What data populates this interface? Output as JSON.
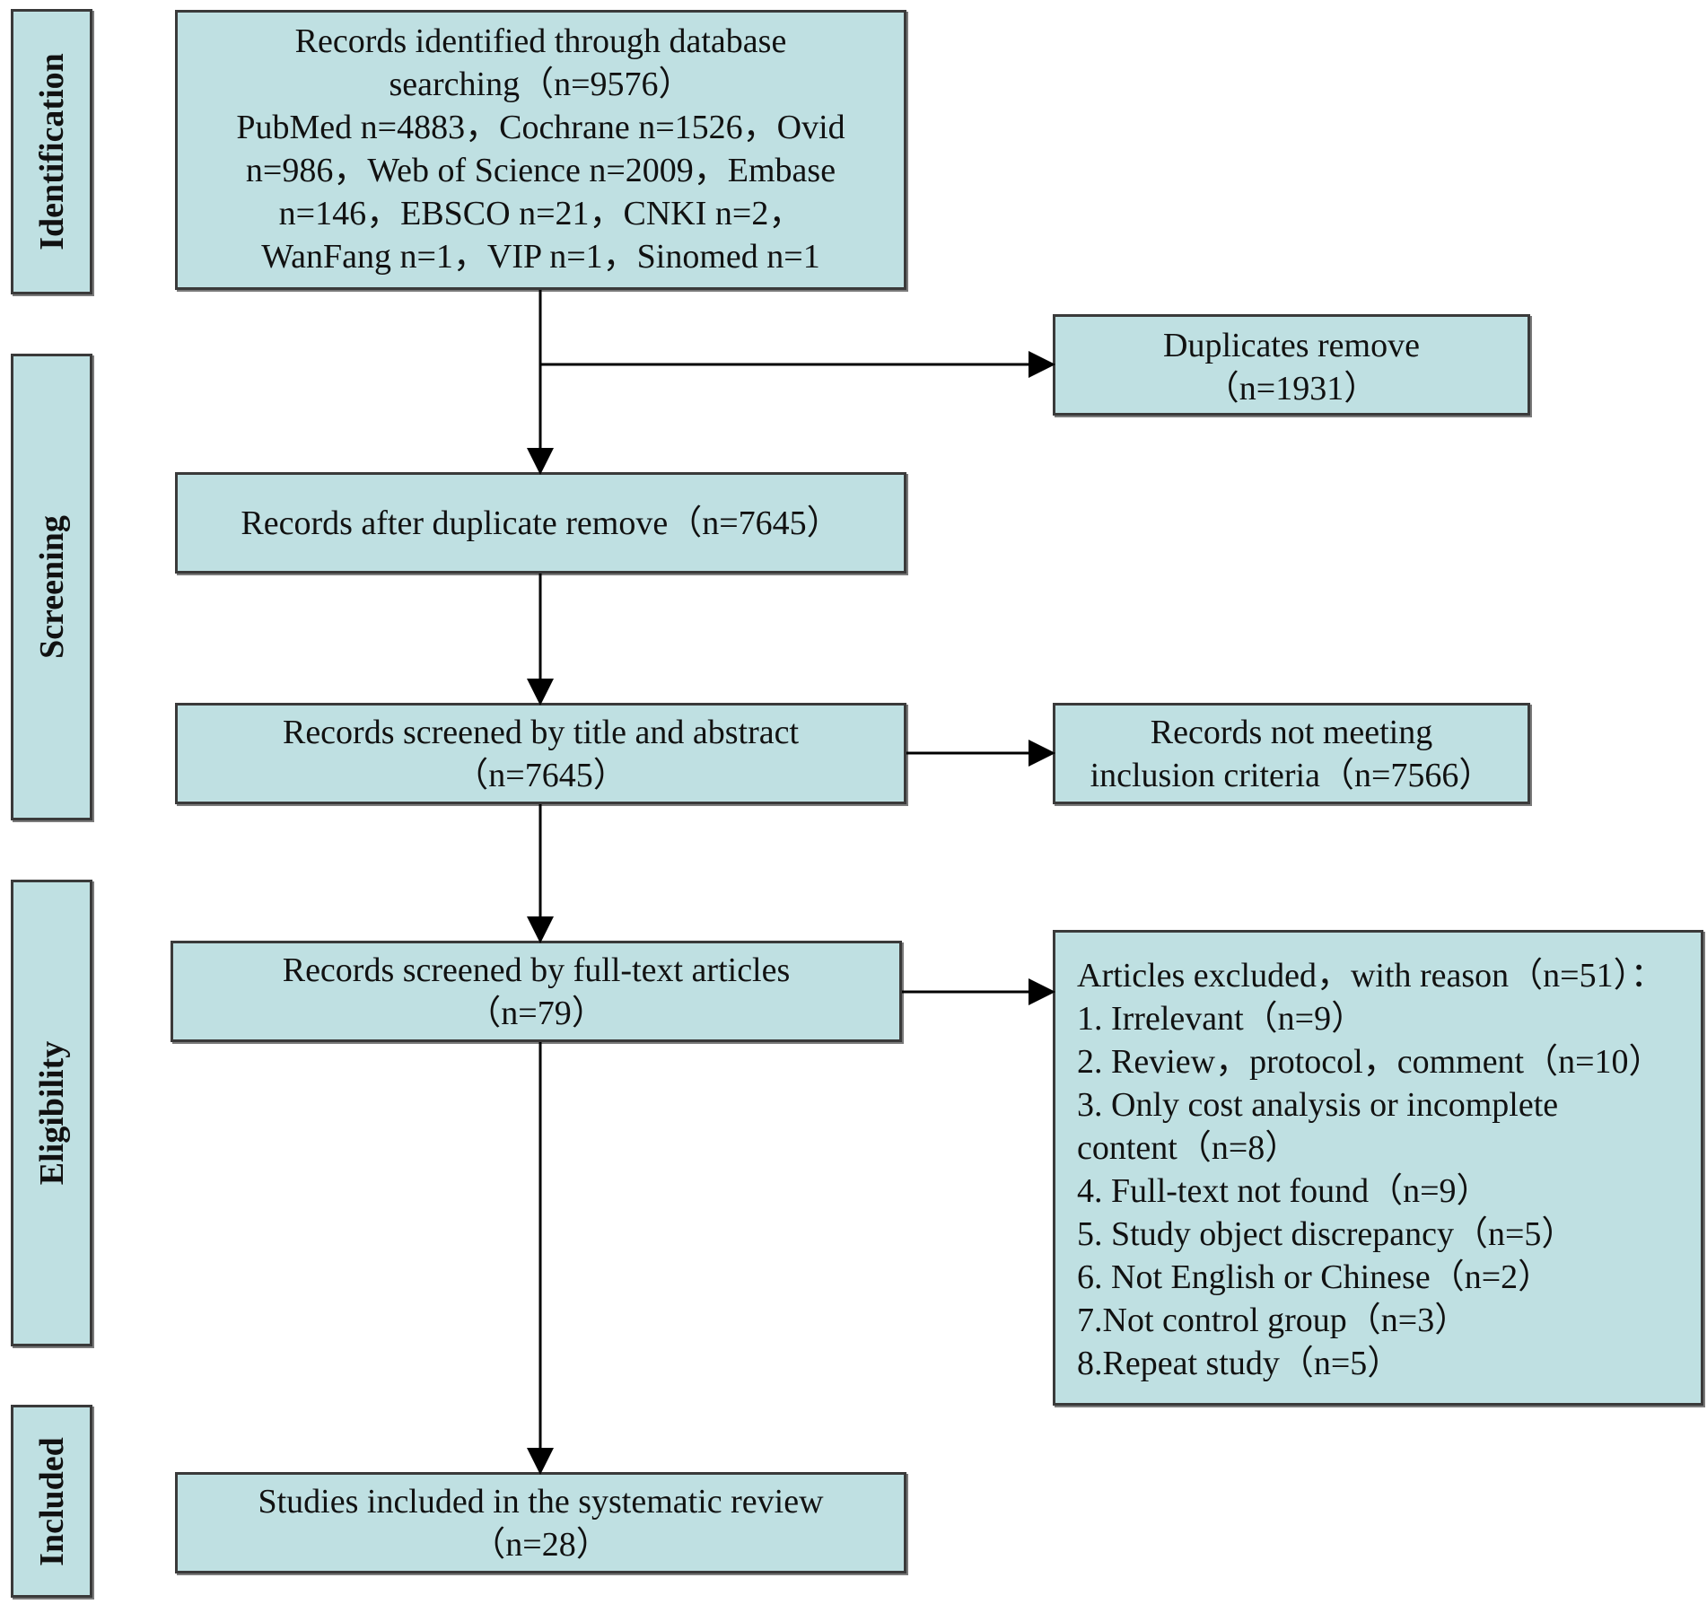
{
  "phases": {
    "identification": "Identification",
    "screening": "Screening",
    "eligibility": "Eligibility",
    "included": "Included"
  },
  "identified": {
    "lines": [
      "Records identified through database",
      "searching（n=9576）",
      "PubMed n=4883，Cochrane n=1526，Ovid",
      "n=986，Web of Science n=2009，Embase",
      "n=146，EBSCO n=21，CNKI n=2，",
      "WanFang n=1，VIP n=1，Sinomed n=1"
    ]
  },
  "duplicates": {
    "lines": [
      "Duplicates remove",
      "（n=1931）"
    ]
  },
  "after_duplicates": {
    "lines": [
      "Records after duplicate remove（n=7645）"
    ]
  },
  "title_abstract": {
    "lines": [
      "Records screened by title and abstract",
      "（n=7645）"
    ]
  },
  "not_meeting": {
    "lines": [
      "Records not meeting",
      "inclusion criteria（n=7566）"
    ]
  },
  "full_text": {
    "lines": [
      "Records screened by full-text articles",
      "（n=79）"
    ]
  },
  "excluded": {
    "lines": [
      "Articles excluded，with reason（n=51）：",
      "1. Irrelevant（n=9）",
      "2. Review，protocol，comment（n=10）",
      "3. Only cost analysis or incomplete",
      "content（n=8）",
      "4. Full-text not found（n=9）",
      "5. Study object discrepancy（n=5）",
      "6. Not English or Chinese（n=2）",
      "7.Not control group（n=3）",
      "8.Repeat study（n=5）"
    ]
  },
  "included": {
    "lines": [
      "Studies included in the systematic review",
      "（n=28）"
    ]
  }
}
